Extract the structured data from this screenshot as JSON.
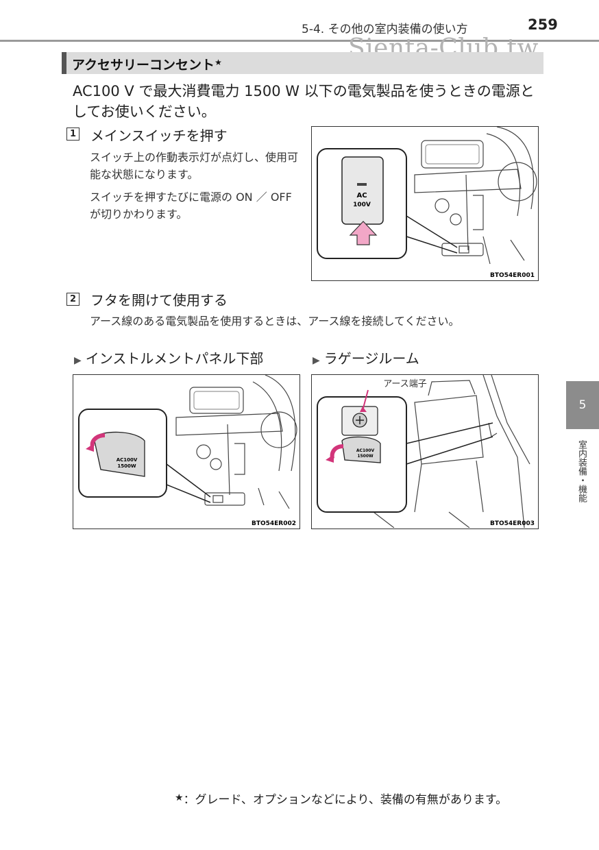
{
  "header": {
    "section": "5-4. その他の室内装備の使い方",
    "page_number": "259"
  },
  "watermark": "Sienta-Club.tw",
  "section": {
    "title": "アクセサリーコンセント",
    "star": "★"
  },
  "intro": "AC100 V で最大消費電力 1500 W 以下の電気製品を使うときの電源としてお使いください。",
  "steps": [
    {
      "num": "1",
      "title": "メインスイッチを押す",
      "desc": [
        "スイッチ上の作動表示灯が点灯し、使用可能な状態になります。",
        "スイッチを押すたびに電源の ON ／ OFF が切りかわります。"
      ]
    },
    {
      "num": "2",
      "title": "フタを開けて使用する",
      "desc": [
        "アース線のある電気製品を使用するときは、アース線を接続してください。"
      ]
    }
  ],
  "figures": {
    "fig1": {
      "code": "BTO54ER001",
      "switch_label_1": "AC",
      "switch_label_2": "100V"
    },
    "fig2": {
      "code": "BTO54ER002",
      "outlet_label_1": "AC100V",
      "outlet_label_2": "1500W"
    },
    "fig3": {
      "code": "BTO54ER003",
      "ground_label": "アース端子",
      "outlet_label_1": "AC100V",
      "outlet_label_2": "1500W"
    }
  },
  "subheads": {
    "triangle": "▶",
    "panel": "インストルメントパネル下部",
    "luggage": "ラゲージルーム"
  },
  "side_tab": {
    "number": "5",
    "label": "室内装備・機能"
  },
  "footnote": {
    "star": "★",
    "text": "：グレード、オプションなどにより、装備の有無があります。"
  },
  "colors": {
    "accent_arrow": "#e0448a",
    "tab_gray": "#8c8c8c",
    "section_bar": "#dcdcdc"
  }
}
